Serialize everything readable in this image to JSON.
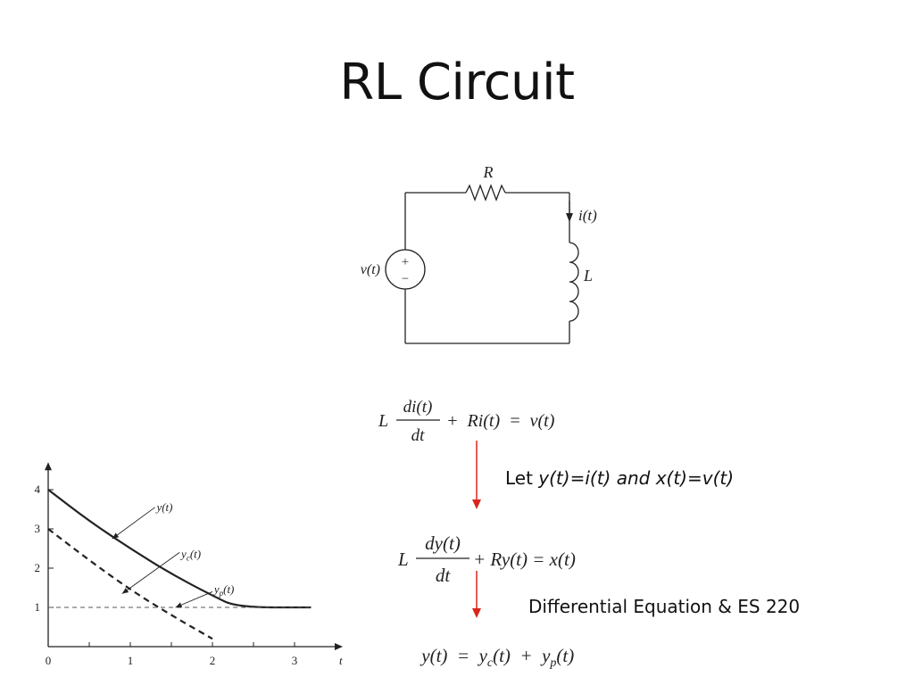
{
  "slide": {
    "title": "RL Circuit"
  },
  "circuit": {
    "resistor_label": "R",
    "current_label": "i(t)",
    "inductor_label": "L",
    "source_label": "v(t)",
    "source_plus": "+",
    "source_minus": "−"
  },
  "equations": {
    "eq1": {
      "lhs_coef": "L",
      "num": "di(t)",
      "den": "dt",
      "rest": "+  Ri(t)  =  v(t)"
    },
    "substitution": {
      "prefix": "Let ",
      "y_part": "y(t)=i(t)",
      "mid": " and ",
      "x_part": "x(t)=v(t)"
    },
    "eq2": {
      "lhs_coef": "L",
      "num": "dy(t)",
      "den": "dt",
      "rest": "+ Ry(t) = x(t)"
    },
    "note": "Differential Equation & ES 220",
    "eq3": "y(t)  =  yc(t)  +  yp(t)",
    "arrow_color": "#d9261c"
  },
  "chart_data": {
    "type": "line",
    "x_ticks": [
      "0",
      "1",
      "2",
      "3"
    ],
    "y_ticks": [
      "1",
      "2",
      "3",
      "4"
    ],
    "x_axis_label": "t",
    "xlim": [
      0,
      3.5
    ],
    "ylim": [
      0,
      4.7
    ],
    "series": [
      {
        "name": "y(t)",
        "style": "solid",
        "x": [
          0,
          0.5,
          1.0,
          1.5,
          2.0,
          2.3,
          3.2
        ],
        "y": [
          4.0,
          3.2,
          2.5,
          1.85,
          1.3,
          1.0,
          1.0
        ]
      },
      {
        "name": "yc(t)",
        "style": "dashed",
        "x": [
          0,
          0.5,
          1.0,
          1.5,
          2.0
        ],
        "y": [
          3.0,
          2.2,
          1.45,
          0.8,
          0.2
        ]
      },
      {
        "name": "yp(t)",
        "style": "dashed-thin",
        "x": [
          0,
          3.2
        ],
        "y": [
          1.0,
          1.0
        ]
      }
    ]
  }
}
